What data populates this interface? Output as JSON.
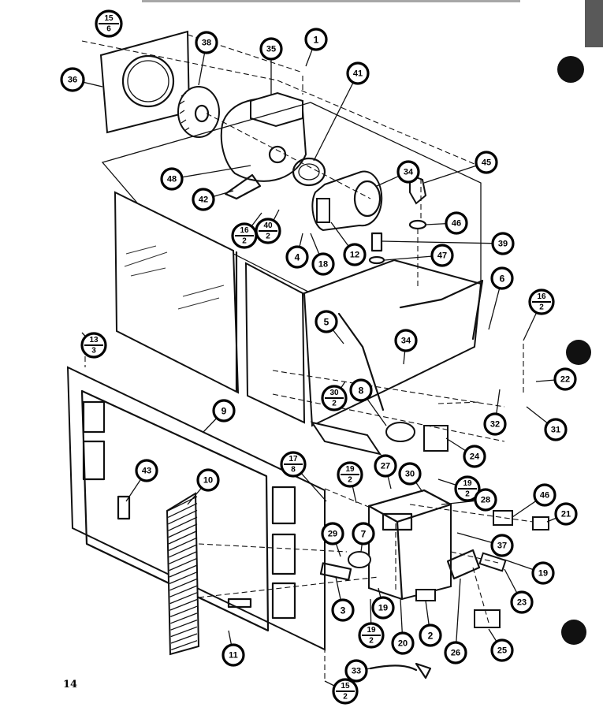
{
  "page_number": "14",
  "callouts": [
    {
      "id": "c-15-6-top",
      "top": "15",
      "bottom": "6"
    },
    {
      "id": "c-38",
      "text": "38"
    },
    {
      "id": "c-35",
      "text": "35"
    },
    {
      "id": "c-1",
      "text": "1"
    },
    {
      "id": "c-36",
      "text": "36"
    },
    {
      "id": "c-41",
      "text": "41"
    },
    {
      "id": "c-48",
      "text": "48"
    },
    {
      "id": "c-42",
      "text": "42"
    },
    {
      "id": "c-34",
      "text": "34"
    },
    {
      "id": "c-45",
      "text": "45"
    },
    {
      "id": "c-46-top",
      "text": "46"
    },
    {
      "id": "c-16-2-a",
      "top": "16",
      "bottom": "2"
    },
    {
      "id": "c-40-2",
      "top": "40",
      "bottom": "2"
    },
    {
      "id": "c-4",
      "text": "4"
    },
    {
      "id": "c-18",
      "text": "18"
    },
    {
      "id": "c-12",
      "text": "12"
    },
    {
      "id": "c-39",
      "text": "39"
    },
    {
      "id": "c-47",
      "text": "47"
    },
    {
      "id": "c-6-right",
      "text": "6"
    },
    {
      "id": "c-16-2-b",
      "top": "16",
      "bottom": "2"
    },
    {
      "id": "c-5",
      "text": "5"
    },
    {
      "id": "c-34-b",
      "text": "34"
    },
    {
      "id": "c-13-3",
      "top": "13",
      "bottom": "3"
    },
    {
      "id": "c-22",
      "text": "22"
    },
    {
      "id": "c-32",
      "text": "32"
    },
    {
      "id": "c-31",
      "text": "31"
    },
    {
      "id": "c-30-2",
      "top": "30",
      "bottom": "2"
    },
    {
      "id": "c-8",
      "text": "8"
    },
    {
      "id": "c-9",
      "text": "9"
    },
    {
      "id": "c-24",
      "text": "24"
    },
    {
      "id": "c-17-8",
      "top": "17",
      "bottom": "8"
    },
    {
      "id": "c-19-2-a",
      "top": "19",
      "bottom": "2"
    },
    {
      "id": "c-27",
      "text": "27"
    },
    {
      "id": "c-30",
      "text": "30"
    },
    {
      "id": "c-19-2-b",
      "top": "19",
      "bottom": "2"
    },
    {
      "id": "c-43",
      "text": "43"
    },
    {
      "id": "c-10",
      "text": "10"
    },
    {
      "id": "c-28",
      "text": "28"
    },
    {
      "id": "c-46",
      "text": "46"
    },
    {
      "id": "c-21",
      "text": "21"
    },
    {
      "id": "c-29",
      "text": "29"
    },
    {
      "id": "c-7",
      "text": "7"
    },
    {
      "id": "c-37",
      "text": "37"
    },
    {
      "id": "c-19-right",
      "text": "19"
    },
    {
      "id": "c-3",
      "text": "3"
    },
    {
      "id": "c-19",
      "text": "19"
    },
    {
      "id": "c-23",
      "text": "23"
    },
    {
      "id": "c-19-2-c",
      "top": "19",
      "bottom": "2"
    },
    {
      "id": "c-2",
      "text": "2"
    },
    {
      "id": "c-26",
      "text": "26"
    },
    {
      "id": "c-20",
      "text": "20"
    },
    {
      "id": "c-25",
      "text": "25"
    },
    {
      "id": "c-11",
      "text": "11"
    },
    {
      "id": "c-33",
      "text": "33"
    },
    {
      "id": "c-15-2",
      "top": "15",
      "bottom": "2"
    }
  ]
}
